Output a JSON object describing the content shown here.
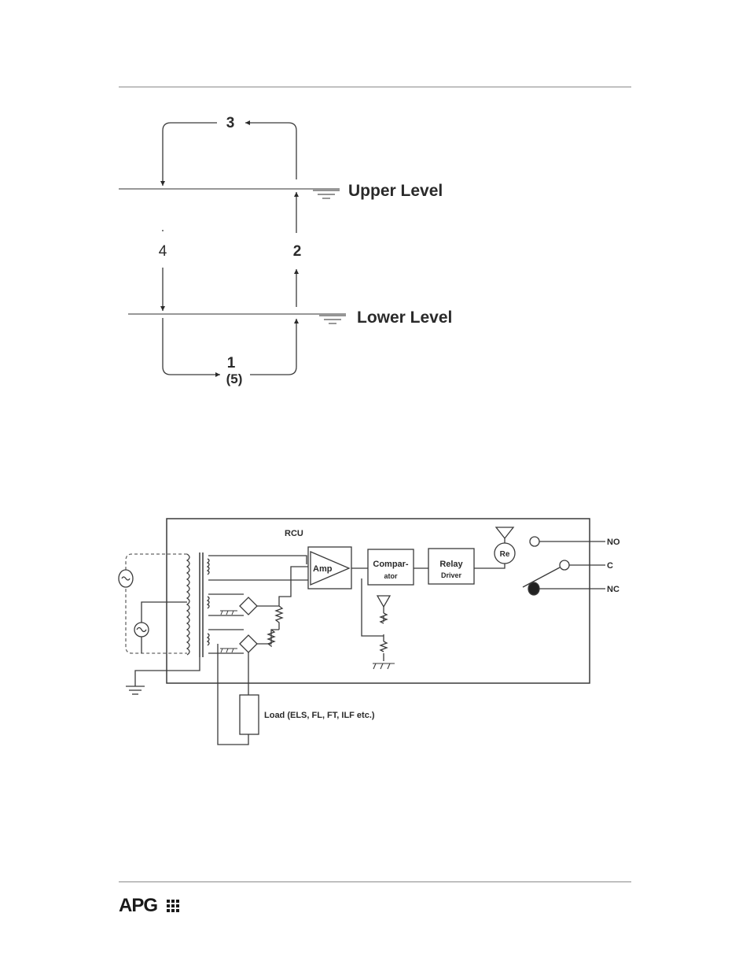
{
  "cycle_diagram": {
    "upper_level_label": "Upper Level",
    "lower_level_label": "Lower Level",
    "step_1": "1",
    "step_5": "(5)",
    "step_2": "2",
    "step_3": "3",
    "step_4": "4"
  },
  "circuit_diagram": {
    "rcu_label": "RCU",
    "amp_label": "Amp",
    "comparator_line1": "Compar-",
    "comparator_line2": "ator",
    "relay_driver_line1": "Relay",
    "relay_driver_line2": "Driver",
    "relay_coil_label": "Re",
    "no_label": "NO",
    "c_label": "C",
    "nc_label": "NC",
    "load_label": "Load (ELS, FL, FT, ILF etc.)"
  },
  "footer": {
    "logo_text": "APG"
  }
}
